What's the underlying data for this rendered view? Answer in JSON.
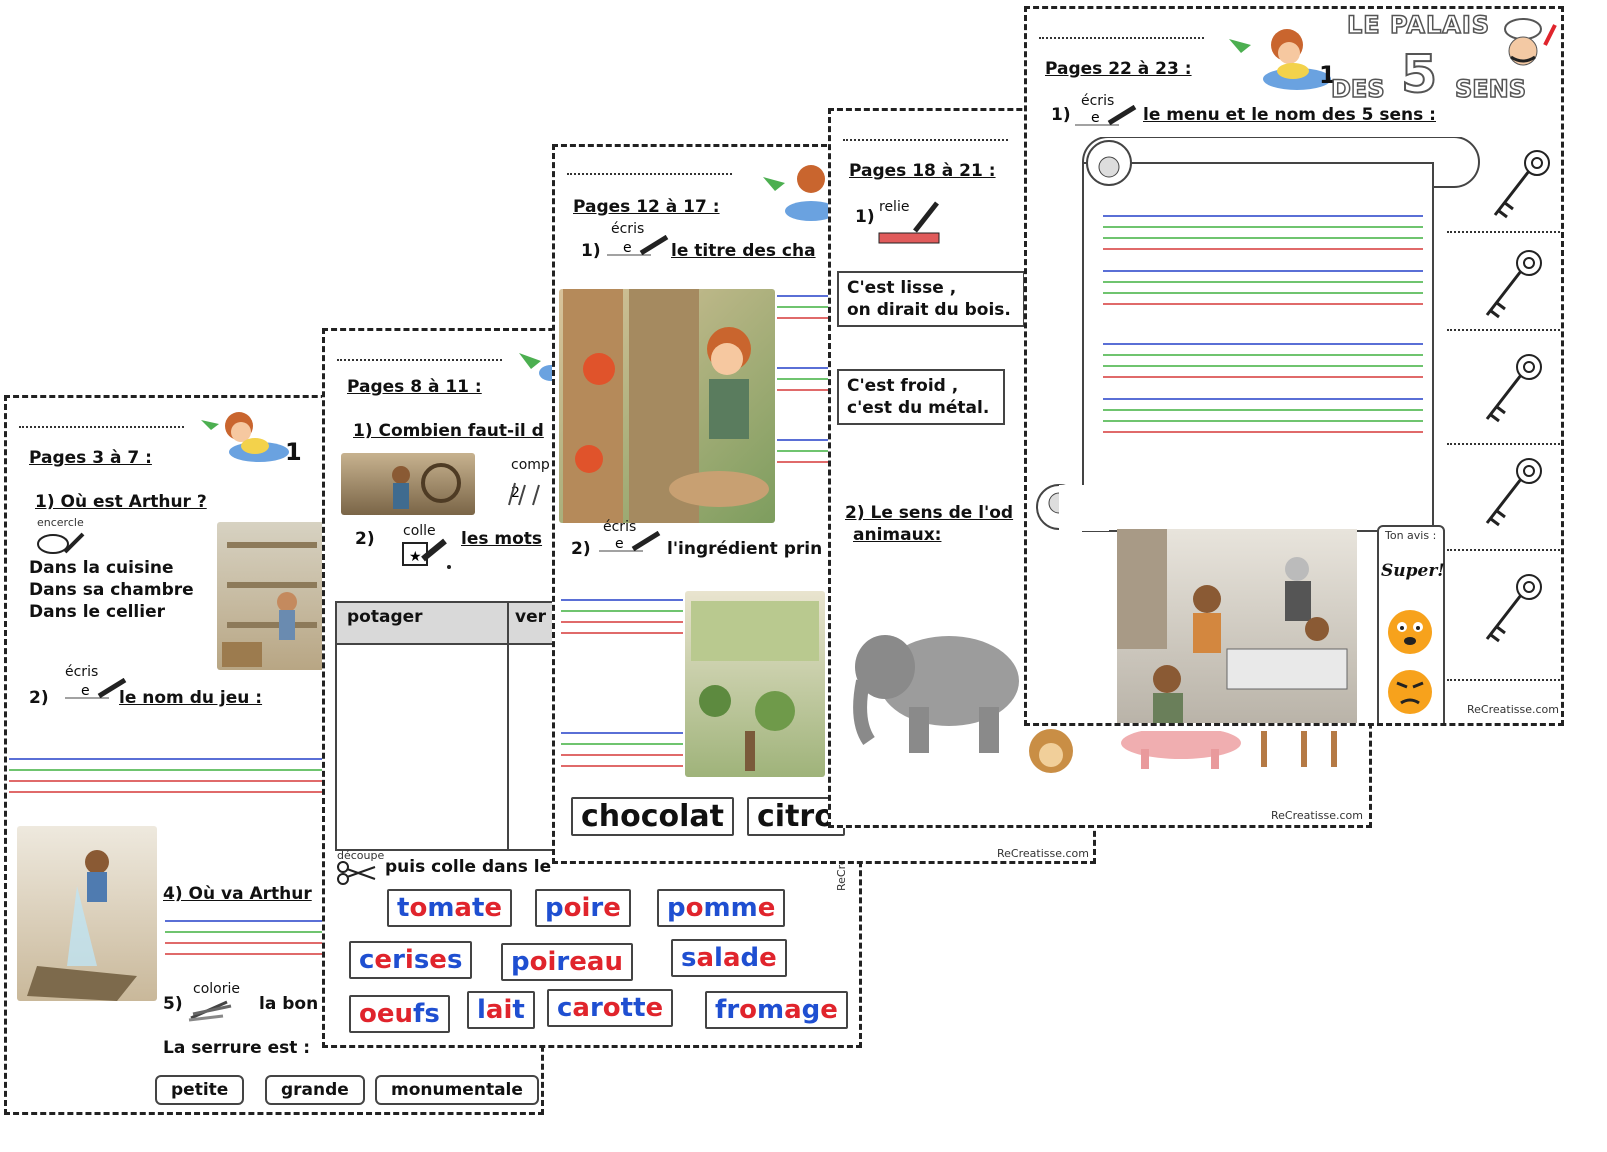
{
  "page1": {
    "header": "Pages 3 à 7 :",
    "mascot_num": "1",
    "q1": "1) Où est Arthur ?",
    "q1_instruction": "encercle",
    "q1_options": [
      "Dans la cuisine",
      "Dans sa chambre",
      "Dans le cellier"
    ],
    "q2_num": "2)",
    "q2_instruction": "écris",
    "q2_text": "le nom du jeu :",
    "q4": "4) Où va Arthur",
    "q5_num": "5)",
    "q5_instruction": "colorie",
    "q5_text": "la bon",
    "lock_label": "La serrure est :",
    "lock_options": [
      "petite",
      "grande",
      "monumentale"
    ]
  },
  "page2": {
    "header": "Pages 8 à 11 :",
    "q1": "1) Combien faut-il d",
    "q1_side": "comp",
    "q2_num": "2)",
    "q2_instruction": "colle",
    "q2_text": "les mots",
    "table_headers": [
      "potager",
      "ver"
    ],
    "cut_instruction": "découpe",
    "cut_text": "puis colle dans le",
    "side_credit": "ReCreatisse",
    "words": [
      "tomate",
      "poire",
      "pomme",
      "cerises",
      "poireau",
      "salade",
      "oeufs",
      "lait",
      "carotte",
      "fromage"
    ]
  },
  "page3": {
    "header": "Pages 12 à 17 :",
    "q1_num": "1)",
    "q1_instruction": "écris",
    "q1_text": "le titre des cha",
    "q2_num": "2)",
    "q2_instruction": "écris",
    "q2_text": "l'ingrédient prin",
    "words": [
      "chocolat",
      "citro"
    ],
    "credit": "ReCreatisse.com"
  },
  "page4": {
    "header": "Pages 18 à 21 :",
    "q1_num": "1)",
    "q1_instruction": "relie",
    "box1": [
      "C'est lisse ,",
      "on dirait du bois."
    ],
    "box2": [
      "C'est froid ,",
      "c'est du métal."
    ],
    "q2": "2) Le sens de l'od",
    "q2b": "animaux:",
    "credit": "ReCreatisse.com"
  },
  "page5": {
    "header": "Pages 22 à 23 :",
    "title_line1": "LE PALAIS",
    "title_des": "DES",
    "title_num": "5",
    "title_sens": "SENS",
    "mascot_num": "1",
    "q1_num": "1)",
    "q1_instruction": "écris",
    "q1_text": "le menu et le nom des 5 sens :",
    "avis_label": "Ton avis :",
    "avis_super": "Super!",
    "credit": "ReCreatisse.com"
  },
  "colors": {
    "word_blue": "#1f4fd1",
    "word_red": "#e0242c",
    "line_blue": "#5a6fd6",
    "line_green": "#6fc46f",
    "line_red": "#e06a6a"
  }
}
